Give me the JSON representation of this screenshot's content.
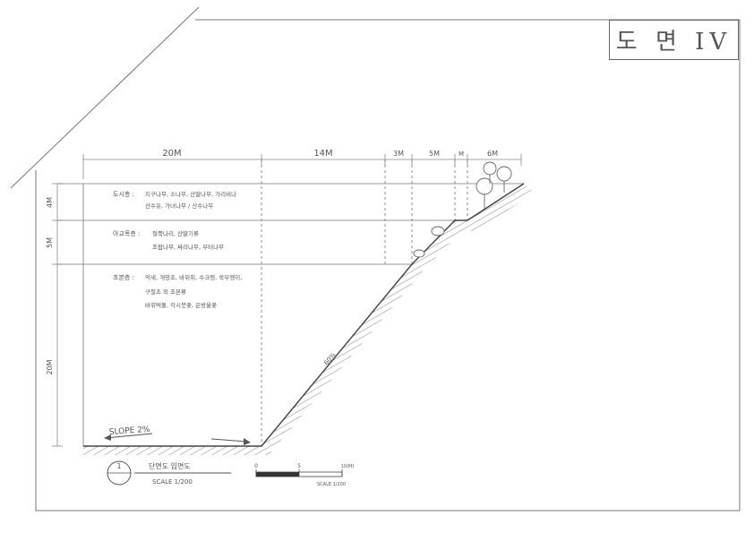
{
  "sheet_title": "도 면 IV",
  "dimensions": {
    "top": [
      "20M",
      "14M",
      "3M",
      "5M",
      "M",
      "6M"
    ],
    "left": [
      "4M",
      "5M",
      "20M"
    ]
  },
  "zones": [
    {
      "title": "도시층 :",
      "lines": [
        "지구나무, 소나무, 산딸나무, 가리비나",
        "산수유, 가녀나무 / 산수나무"
      ]
    },
    {
      "title": "아교목층 :",
      "lines": [
        "철쭉나리, 산딸기류",
        "조팝나무, 싸리나무, 부터나무"
      ]
    },
    {
      "title": "초본층 :",
      "lines": [
        "억새, 개망초, 바위취, 수크령, 쑥부쟁이,",
        "구절초 외 초본류",
        "바위떡풀, 각시붓꽃, 은방울꽃"
      ]
    }
  ],
  "slope_label": "SLOPE 2%",
  "gradient_label": "60%",
  "section_mark": "1",
  "section_caption": "단면도 입면도",
  "section_scale": "SCALE 1/200",
  "bar_ticks": [
    "0",
    "5",
    "10(M)"
  ],
  "bar_scale": "SCALE 1/200"
}
